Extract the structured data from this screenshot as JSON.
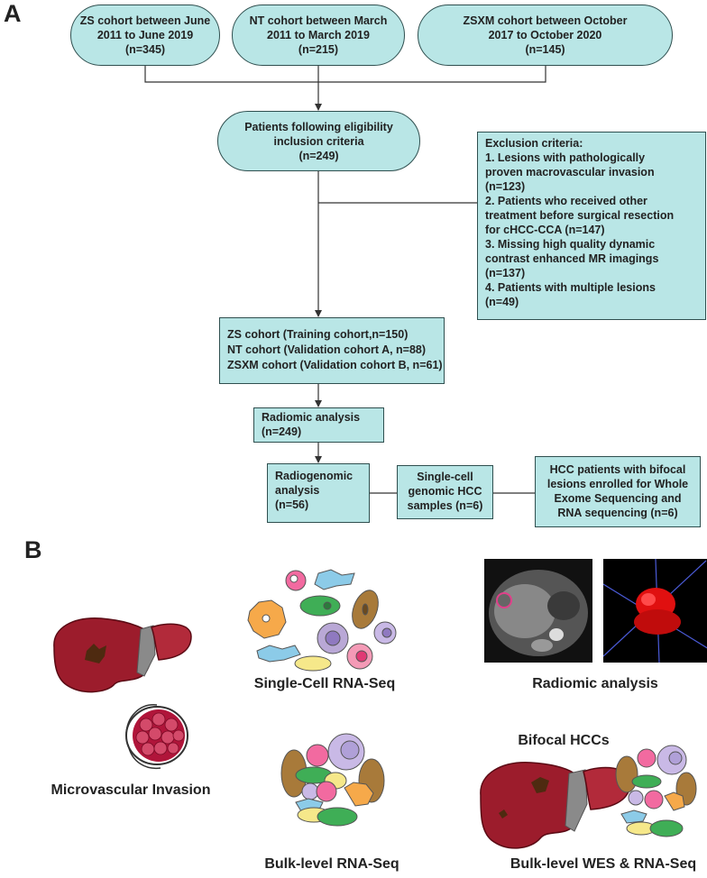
{
  "panel_a": {
    "label": "A",
    "cohorts": [
      {
        "lines": [
          "ZS cohort between June",
          "2011 to June 2019",
          "(n=345)"
        ]
      },
      {
        "lines": [
          "NT cohort between March",
          "2011 to March 2019",
          "(n=215)"
        ]
      },
      {
        "lines": [
          "ZSXM cohort between October",
          "2017 to October 2020",
          "(n=145)"
        ]
      }
    ],
    "eligibility": {
      "lines": [
        "Patients following eligibility",
        "inclusion criteria",
        "(n=249)"
      ]
    },
    "exclusion": {
      "lines": [
        "Exclusion criteria:",
        "1. Lesions with pathologically",
        "proven macrovascular invasion",
        "(n=123)",
        "2. Patients who received other",
        "treatment before surgical resection",
        "for cHCC-CCA (n=147)",
        "3. Missing high quality dynamic",
        "contrast enhanced MR imagings",
        "(n=137)",
        "4.  Patients with multiple lesions",
        "(n=49)"
      ]
    },
    "cohort_split": {
      "lines": [
        "ZS cohort (Training cohort,n=150)",
        "NT cohort (Validation cohort A, n=88)",
        "ZSXM cohort (Validation cohort B, n=61)"
      ]
    },
    "radiomic": {
      "lines": [
        "Radiomic analysis",
        "(n=249)"
      ]
    },
    "radiogenomic": {
      "lines": [
        "Radiogenomic",
        "analysis",
        "(n=56)"
      ]
    },
    "single_cell": {
      "lines": [
        "Single-cell",
        "genomic HCC",
        "samples (n=6)"
      ]
    },
    "hcc_bifocal": {
      "lines": [
        "HCC patients with bifocal",
        "lesions enrolled for Whole",
        "Exome Sequencing and",
        "RNA sequencing (n=6)"
      ]
    }
  },
  "panel_b": {
    "label": "B",
    "captions": {
      "single_cell": "Single-Cell RNA-Seq",
      "radiomic": "Radiomic analysis",
      "mvi": "Microvascular Invasion",
      "bifocal": "Bifocal HCCs",
      "bulk": "Bulk-level RNA-Seq",
      "wes": "Bulk-level WES & RNA-Seq"
    }
  },
  "colors": {
    "box_fill": "#b9e6e6",
    "box_border": "#2f4f4f",
    "liver": "#9c1c2c",
    "lesion": "#4e2a10",
    "tumor_red": "#e01010"
  }
}
